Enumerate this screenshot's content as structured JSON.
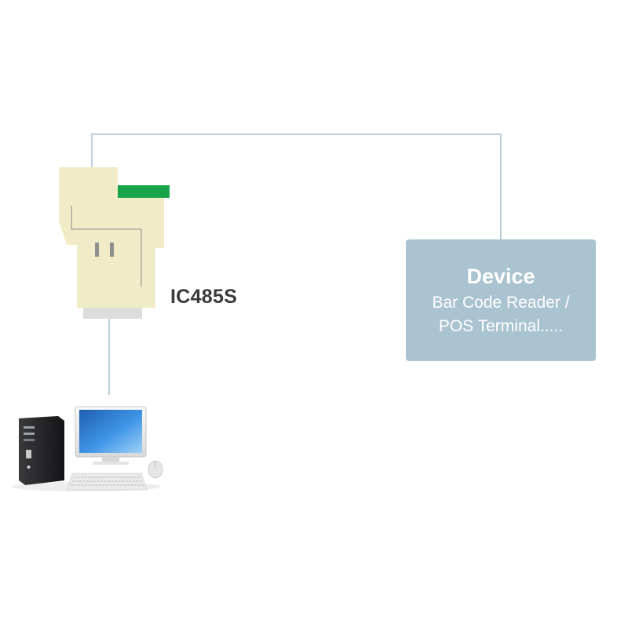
{
  "adapter": {
    "label": "IC485S",
    "body_color": "#f1ecc7",
    "accent_color": "#16a34a"
  },
  "device": {
    "title": "Device",
    "line1": "Bar Code Reader /",
    "line2": "POS Terminal.....",
    "box_color": "#a9c3d0"
  },
  "connection_color": "#a8c4d2",
  "icons": {
    "adapter": "ic485s-adapter-icon",
    "computer": "desktop-computer-icon"
  }
}
